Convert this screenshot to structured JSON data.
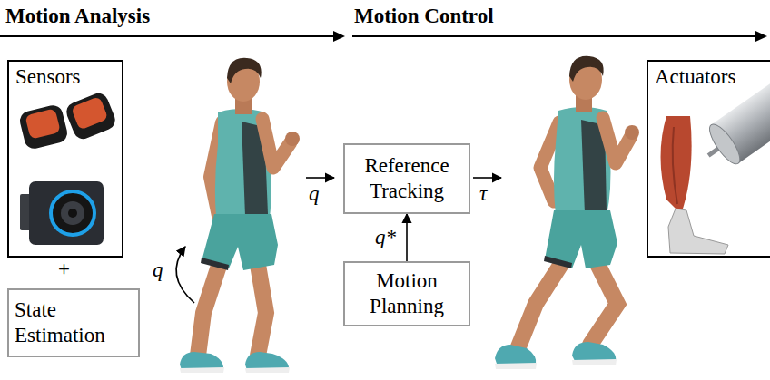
{
  "diagram": {
    "nodes": [
      {
        "text": [
          "Sensors"
        ]
      },
      {
        "text": [
          "State Estimation"
        ]
      },
      {
        "text": [
          "Reference Tracking"
        ]
      },
      {
        "text": [
          "Motion Planning"
        ]
      },
      {
        "text": [
          "Actuators"
        ]
      }
    ],
    "edges": [
      {
        "from": 3,
        "to": 2,
        "arrow": "to",
        "label": "q*"
      }
    ],
    "labels": [
      "Motion Analysis",
      "Motion Control",
      "+",
      "q",
      "q",
      "τ"
    ]
  }
}
